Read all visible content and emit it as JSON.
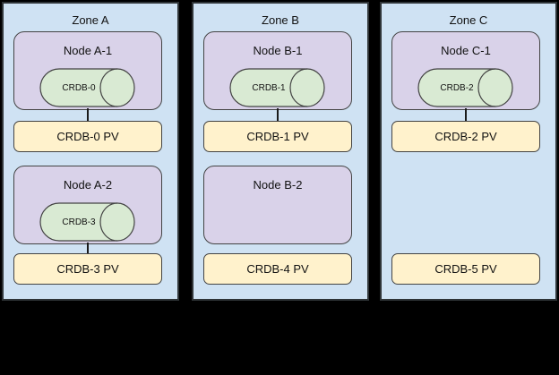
{
  "diagram": {
    "background_color": "#000000",
    "zone_fill": "#cfe2f3",
    "node_fill": "#d9d2e9",
    "pod_fill": "#d9ead3",
    "pv_fill": "#fff2cc",
    "stroke_color": "#434343"
  },
  "zones": [
    {
      "label": "Zone A",
      "rows": [
        {
          "node_label": "Node A-1",
          "pod_label": "CRDB-0",
          "pv_label": "CRDB-0 PV",
          "connected": true
        },
        {
          "node_label": "Node A-2",
          "pod_label": "CRDB-3",
          "pv_label": "CRDB-3 PV",
          "connected": true
        }
      ]
    },
    {
      "label": "Zone B",
      "rows": [
        {
          "node_label": "Node B-1",
          "pod_label": "CRDB-1",
          "pv_label": "CRDB-1 PV",
          "connected": true
        },
        {
          "node_label": "Node B-2",
          "pod_label": null,
          "pv_label": "CRDB-4 PV",
          "connected": false
        }
      ]
    },
    {
      "label": "Zone C",
      "rows": [
        {
          "node_label": "Node C-1",
          "pod_label": "CRDB-2",
          "pv_label": "CRDB-2 PV",
          "connected": true
        },
        {
          "node_label": null,
          "pod_label": null,
          "pv_label": "CRDB-5 PV",
          "connected": false
        }
      ]
    }
  ]
}
